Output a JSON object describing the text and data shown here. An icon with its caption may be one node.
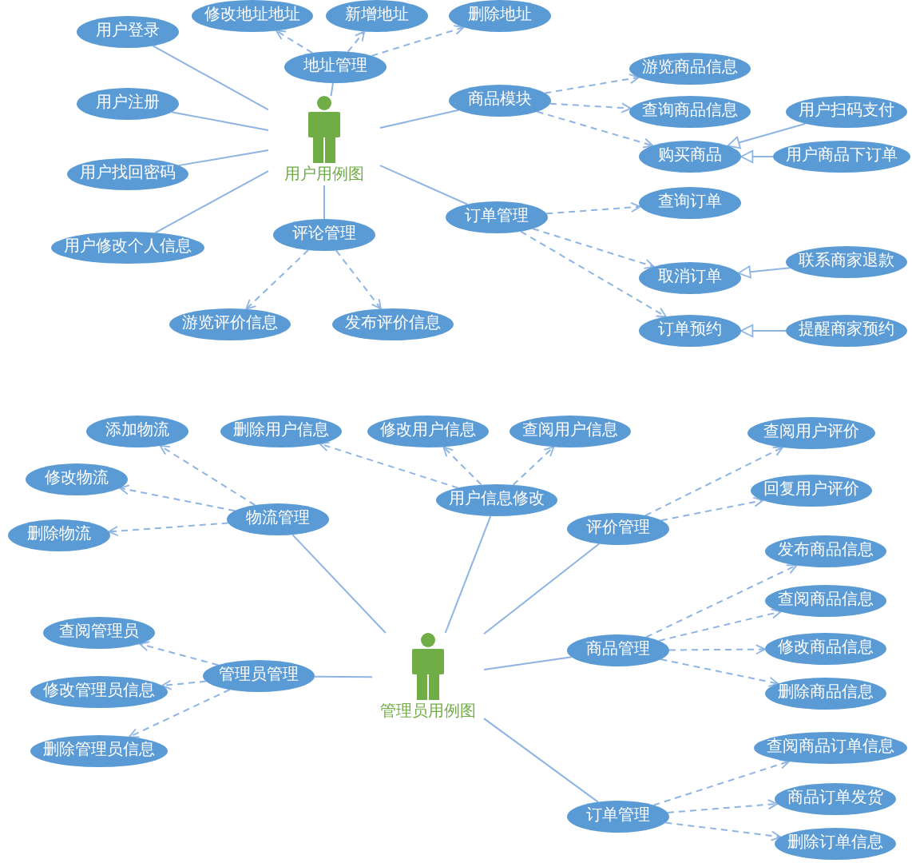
{
  "diagram": {
    "nodes": [
      {
        "text": [
          "用户用例图"
        ]
      },
      {
        "text": [
          "用户登录"
        ]
      },
      {
        "text": [
          "用户注册"
        ]
      },
      {
        "text": [
          "用户找回密码"
        ]
      },
      {
        "text": [
          "用户修改个人信息"
        ]
      },
      {
        "text": [
          "地址管理"
        ]
      },
      {
        "text": [
          "修改地址地址"
        ]
      },
      {
        "text": [
          "新增地址"
        ]
      },
      {
        "text": [
          "删除地址"
        ]
      },
      {
        "text": [
          "商品模块"
        ]
      },
      {
        "text": [
          "游览商品信息"
        ]
      },
      {
        "text": [
          "查询商品信息"
        ]
      },
      {
        "text": [
          "购买商品"
        ]
      },
      {
        "text": [
          "用户扫码支付"
        ]
      },
      {
        "text": [
          "用户商品下订单"
        ]
      },
      {
        "text": [
          "订单管理"
        ]
      },
      {
        "text": [
          "查询订单"
        ]
      },
      {
        "text": [
          "取消订单"
        ]
      },
      {
        "text": [
          "联系商家退款"
        ]
      },
      {
        "text": [
          "订单预约"
        ]
      },
      {
        "text": [
          "提醒商家预约"
        ]
      },
      {
        "text": [
          "评论管理"
        ]
      },
      {
        "text": [
          "游览评价信息"
        ]
      },
      {
        "text": [
          "发布评价信息"
        ]
      },
      {
        "text": [
          "管理员用例图"
        ]
      },
      {
        "text": [
          "添加物流"
        ]
      },
      {
        "text": [
          "删除用户信息"
        ]
      },
      {
        "text": [
          "修改用户信息"
        ]
      },
      {
        "text": [
          "查阅用户信息"
        ]
      },
      {
        "text": [
          "修改物流"
        ]
      },
      {
        "text": [
          "物流管理"
        ]
      },
      {
        "text": [
          "删除物流"
        ]
      },
      {
        "text": [
          "用户信息修改"
        ]
      },
      {
        "text": [
          "评价管理"
        ]
      },
      {
        "text": [
          "查阅用户评价"
        ]
      },
      {
        "text": [
          "回复用户评价"
        ]
      },
      {
        "text": [
          "发布商品信息"
        ]
      },
      {
        "text": [
          "查阅商品信息"
        ]
      },
      {
        "text": [
          "修改商品信息"
        ]
      },
      {
        "text": [
          "删除商品信息"
        ]
      },
      {
        "text": [
          "查阅管理员"
        ]
      },
      {
        "text": [
          "管理员管理"
        ]
      },
      {
        "text": [
          "修改管理员信息"
        ]
      },
      {
        "text": [
          "删除管理员信息"
        ]
      },
      {
        "text": [
          "商品管理"
        ]
      },
      {
        "text": [
          "订单管理"
        ]
      },
      {
        "text": [
          "查阅商品订单信息"
        ]
      },
      {
        "text": [
          "商品订单发货"
        ]
      },
      {
        "text": [
          "删除订单信息"
        ]
      }
    ],
    "edges": [
      {
        "from": 0,
        "to": 1,
        "arrow": "none"
      },
      {
        "from": 0,
        "to": 2,
        "arrow": "none"
      },
      {
        "from": 0,
        "to": 3,
        "arrow": "none"
      },
      {
        "from": 0,
        "to": 4,
        "arrow": "none"
      },
      {
        "from": 0,
        "to": 5,
        "arrow": "none"
      },
      {
        "from": 0,
        "to": 9,
        "arrow": "none"
      },
      {
        "from": 0,
        "to": 15,
        "arrow": "none"
      },
      {
        "from": 0,
        "to": 21,
        "arrow": "none"
      },
      {
        "from": 5,
        "to": 6,
        "arrow": "to",
        "style": "dashed"
      },
      {
        "from": 5,
        "to": 7,
        "arrow": "to",
        "style": "dashed"
      },
      {
        "from": 5,
        "to": 8,
        "arrow": "to",
        "style": "dashed"
      },
      {
        "from": 9,
        "to": 10,
        "arrow": "to",
        "style": "dashed"
      },
      {
        "from": 9,
        "to": 11,
        "arrow": "to",
        "style": "dashed"
      },
      {
        "from": 9,
        "to": 12,
        "arrow": "to",
        "style": "dashed"
      },
      {
        "from": 13,
        "to": 12,
        "arrow": "to"
      },
      {
        "from": 14,
        "to": 12,
        "arrow": "to"
      },
      {
        "from": 15,
        "to": 16,
        "arrow": "to",
        "style": "dashed"
      },
      {
        "from": 15,
        "to": 17,
        "arrow": "to",
        "style": "dashed"
      },
      {
        "from": 15,
        "to": 19,
        "arrow": "to",
        "style": "dashed"
      },
      {
        "from": 18,
        "to": 17,
        "arrow": "to"
      },
      {
        "from": 20,
        "to": 19,
        "arrow": "to"
      },
      {
        "from": 21,
        "to": 22,
        "arrow": "to",
        "style": "dashed"
      },
      {
        "from": 21,
        "to": 23,
        "arrow": "to",
        "style": "dashed"
      },
      {
        "from": 24,
        "to": 30,
        "arrow": "none"
      },
      {
        "from": 24,
        "to": 32,
        "arrow": "none"
      },
      {
        "from": 24,
        "to": 33,
        "arrow": "none"
      },
      {
        "from": 24,
        "to": 41,
        "arrow": "none"
      },
      {
        "from": 24,
        "to": 44,
        "arrow": "none"
      },
      {
        "from": 24,
        "to": 45,
        "arrow": "none"
      },
      {
        "from": 30,
        "to": 25,
        "arrow": "to",
        "style": "dashed"
      },
      {
        "from": 30,
        "to": 29,
        "arrow": "to",
        "style": "dashed"
      },
      {
        "from": 30,
        "to": 31,
        "arrow": "to",
        "style": "dashed"
      },
      {
        "from": 32,
        "to": 26,
        "arrow": "to",
        "style": "dashed"
      },
      {
        "from": 32,
        "to": 27,
        "arrow": "to",
        "style": "dashed"
      },
      {
        "from": 32,
        "to": 28,
        "arrow": "to",
        "style": "dashed"
      },
      {
        "from": 33,
        "to": 34,
        "arrow": "to",
        "style": "dashed"
      },
      {
        "from": 33,
        "to": 35,
        "arrow": "to",
        "style": "dashed"
      },
      {
        "from": 41,
        "to": 40,
        "arrow": "to",
        "style": "dashed"
      },
      {
        "from": 41,
        "to": 42,
        "arrow": "to",
        "style": "dashed"
      },
      {
        "from": 41,
        "to": 43,
        "arrow": "to",
        "style": "dashed"
      },
      {
        "from": 44,
        "to": 36,
        "arrow": "to",
        "style": "dashed"
      },
      {
        "from": 44,
        "to": 37,
        "arrow": "to",
        "style": "dashed"
      },
      {
        "from": 44,
        "to": 38,
        "arrow": "to",
        "style": "dashed"
      },
      {
        "from": 44,
        "to": 39,
        "arrow": "to",
        "style": "dashed"
      },
      {
        "from": 45,
        "to": 46,
        "arrow": "to",
        "style": "dashed"
      },
      {
        "from": 45,
        "to": 47,
        "arrow": "to",
        "style": "dashed"
      },
      {
        "from": 45,
        "to": 48,
        "arrow": "to",
        "style": "dashed"
      }
    ]
  }
}
